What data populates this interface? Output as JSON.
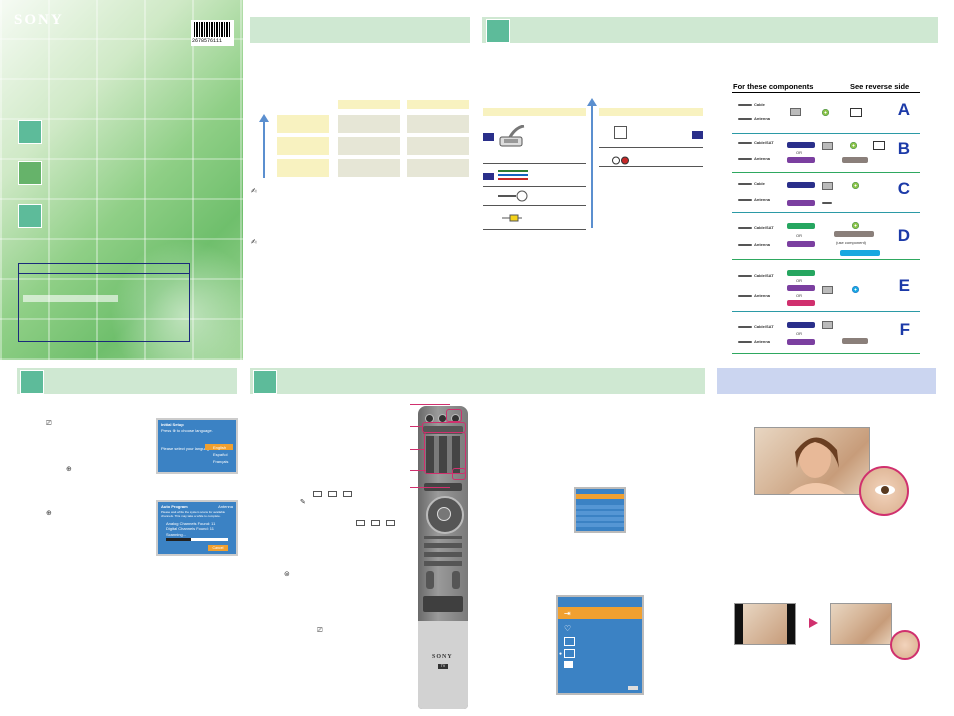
{
  "cover": {
    "brand": "SONY",
    "barcode_number": "2678576111"
  },
  "components": {
    "col_left": "For these components",
    "col_right": "See reverse side",
    "rows": [
      {
        "letter": "A",
        "labels": [
          "Cable",
          "Antenna"
        ]
      },
      {
        "letter": "B",
        "labels": [
          "Cable/SAT",
          "Antenna"
        ],
        "or": "OR"
      },
      {
        "letter": "C",
        "labels": [
          "Cable",
          "Antenna"
        ]
      },
      {
        "letter": "D",
        "labels": [
          "Cable/SAT",
          "Antenna"
        ],
        "or": "OR",
        "note": "(use component)"
      },
      {
        "letter": "E",
        "labels": [
          "Cable/SAT",
          "Antenna"
        ],
        "or": "OR",
        "or2": "OR"
      },
      {
        "letter": "F",
        "labels": [
          "Cable/SAT",
          "Antenna"
        ],
        "or": "OR"
      }
    ]
  },
  "screens": {
    "initial": {
      "title": "Initial Setup",
      "subtitle": "Press ⊕ to choose language.",
      "prompt": "Please select your language",
      "options": [
        "English",
        "Español",
        "Français"
      ]
    },
    "auto": {
      "title": "Auto Program",
      "corner": "Antenna",
      "line1": "Please wait while the system scans for available",
      "line2": "channels. This may take a while to complete.",
      "found1": "Analog Channels Found: 11",
      "found2": "Digital Channels Found: 11",
      "scanning": "Scanning...",
      "cancel": "Cancel"
    }
  },
  "remote": {
    "brand": "SONY",
    "tv_label": "TV"
  },
  "colors": {
    "header_green": "#cfe8d2",
    "step_green": "#5dbb9a",
    "letter_blue": "#1c3aa8",
    "pink": "#d0306e",
    "menu_blue": "#3b82c4"
  }
}
